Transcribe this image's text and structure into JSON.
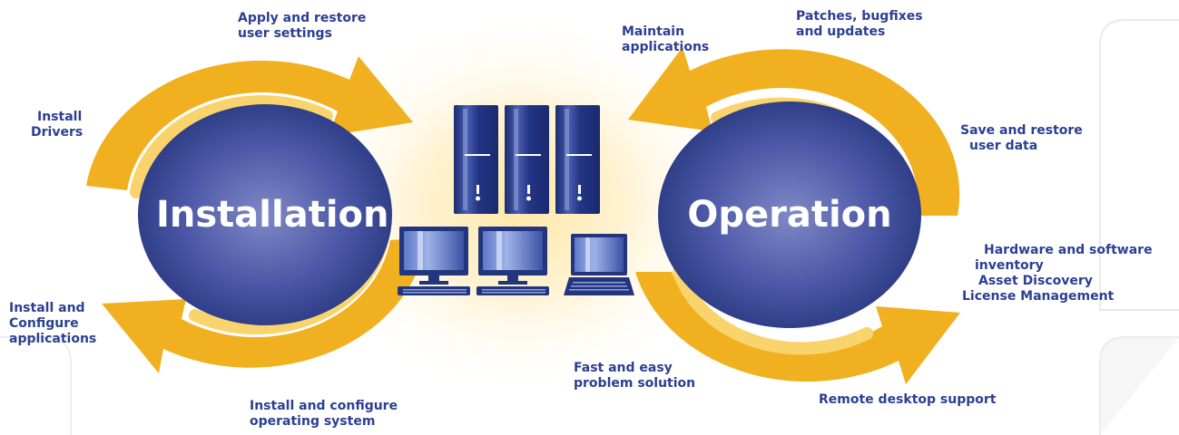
{
  "hubs": {
    "installation": "Installation",
    "operation": "Operation"
  },
  "installation_labels": {
    "user_settings": [
      "Apply and restore",
      "user settings"
    ],
    "drivers": [
      "Install",
      "Drivers"
    ],
    "applications": [
      "Install and",
      "Configure",
      "applications"
    ],
    "os": [
      "Install and configure",
      "operating system"
    ]
  },
  "operation_labels": {
    "maintain": [
      "Maintain",
      "applications"
    ],
    "patches": [
      "Patches, bugfixes",
      "and updates"
    ],
    "save_restore": [
      "Save and restore",
      "user data"
    ],
    "inventory": [
      "Hardware and software",
      "inventory",
      "Asset Discovery",
      "License Management"
    ],
    "remote": [
      "Remote desktop support"
    ],
    "problem": [
      "Fast and easy",
      "problem solution"
    ]
  },
  "colors": {
    "label_text": "#2b3f93",
    "arrow_gold": "#f0b020",
    "arrow_light": "#fde9b0",
    "hub_dark": "#2a3a86",
    "hub_light": "#7f88c6",
    "device_navy": "#23357d"
  },
  "icons": {
    "servers": "server-tower-icon",
    "desktops": "desktop-computer-icon",
    "laptop": "laptop-icon"
  }
}
